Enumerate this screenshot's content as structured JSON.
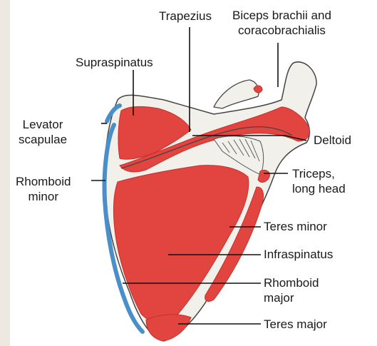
{
  "labels": {
    "trapezius": "Trapezius",
    "biceps": [
      "Biceps brachii and",
      "coracobrachialis"
    ],
    "supraspinatus": "Supraspinatus",
    "levator": [
      "Levator",
      "scapulae"
    ],
    "deltoid": "Deltoid",
    "rhomboid_minor": [
      "Rhomboid",
      "minor"
    ],
    "triceps": [
      "Triceps,",
      "long head"
    ],
    "teres_minor": "Teres minor",
    "infraspinatus": "Infraspinatus",
    "rhomboid_major": [
      "Rhomboid",
      "major"
    ],
    "teres_major": "Teres major"
  },
  "colors": {
    "muscle": "#e2453f",
    "muscle_dark": "#c7302b",
    "bone": "#f2f0ea",
    "bone_outline": "#444444",
    "tendon_blue": "#4a8fc8",
    "page_strip": "#ede9e1",
    "leader_line": "#111111"
  }
}
